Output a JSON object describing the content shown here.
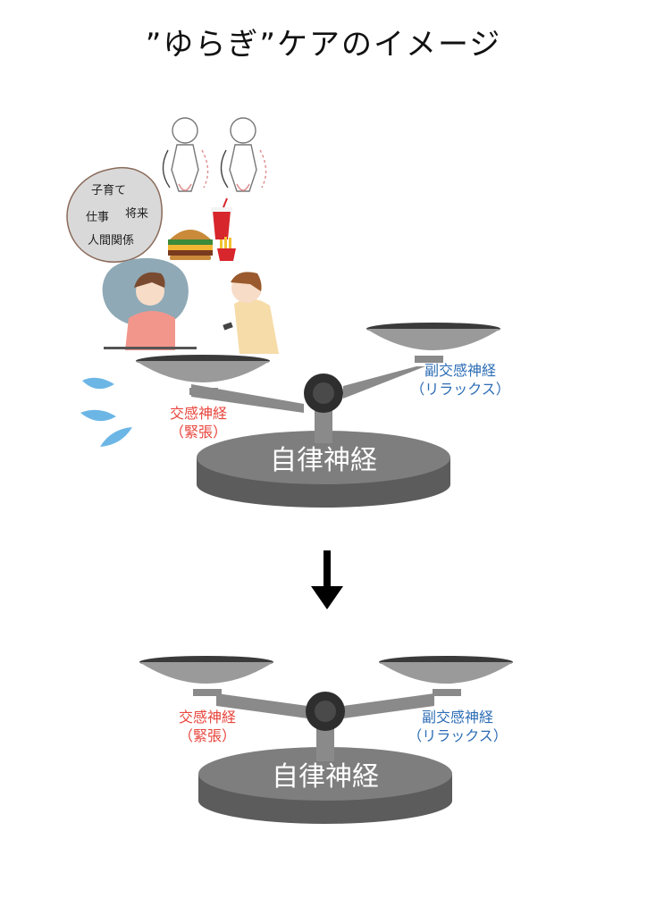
{
  "title": "”ゆらぎ”ケアのイメージ",
  "stressors": {
    "item1": "子育て",
    "item2": "仕事",
    "item3": "将来",
    "item4": "人間関係"
  },
  "scale_top": {
    "left_label": "交感神経",
    "left_sub": "（緊張）",
    "right_label": "副交感神経",
    "right_sub": "（リラックス）",
    "base_label": "自律神経"
  },
  "scale_bottom": {
    "left_label": "交感神経",
    "left_sub": "（緊張）",
    "right_label": "副交感神経",
    "right_sub": "（リラックス）",
    "base_label": "自律神経"
  },
  "colors": {
    "sympathetic": "#e8453c",
    "parasympathetic": "#2d6db5",
    "scale_gray": "#8a8a8a"
  }
}
